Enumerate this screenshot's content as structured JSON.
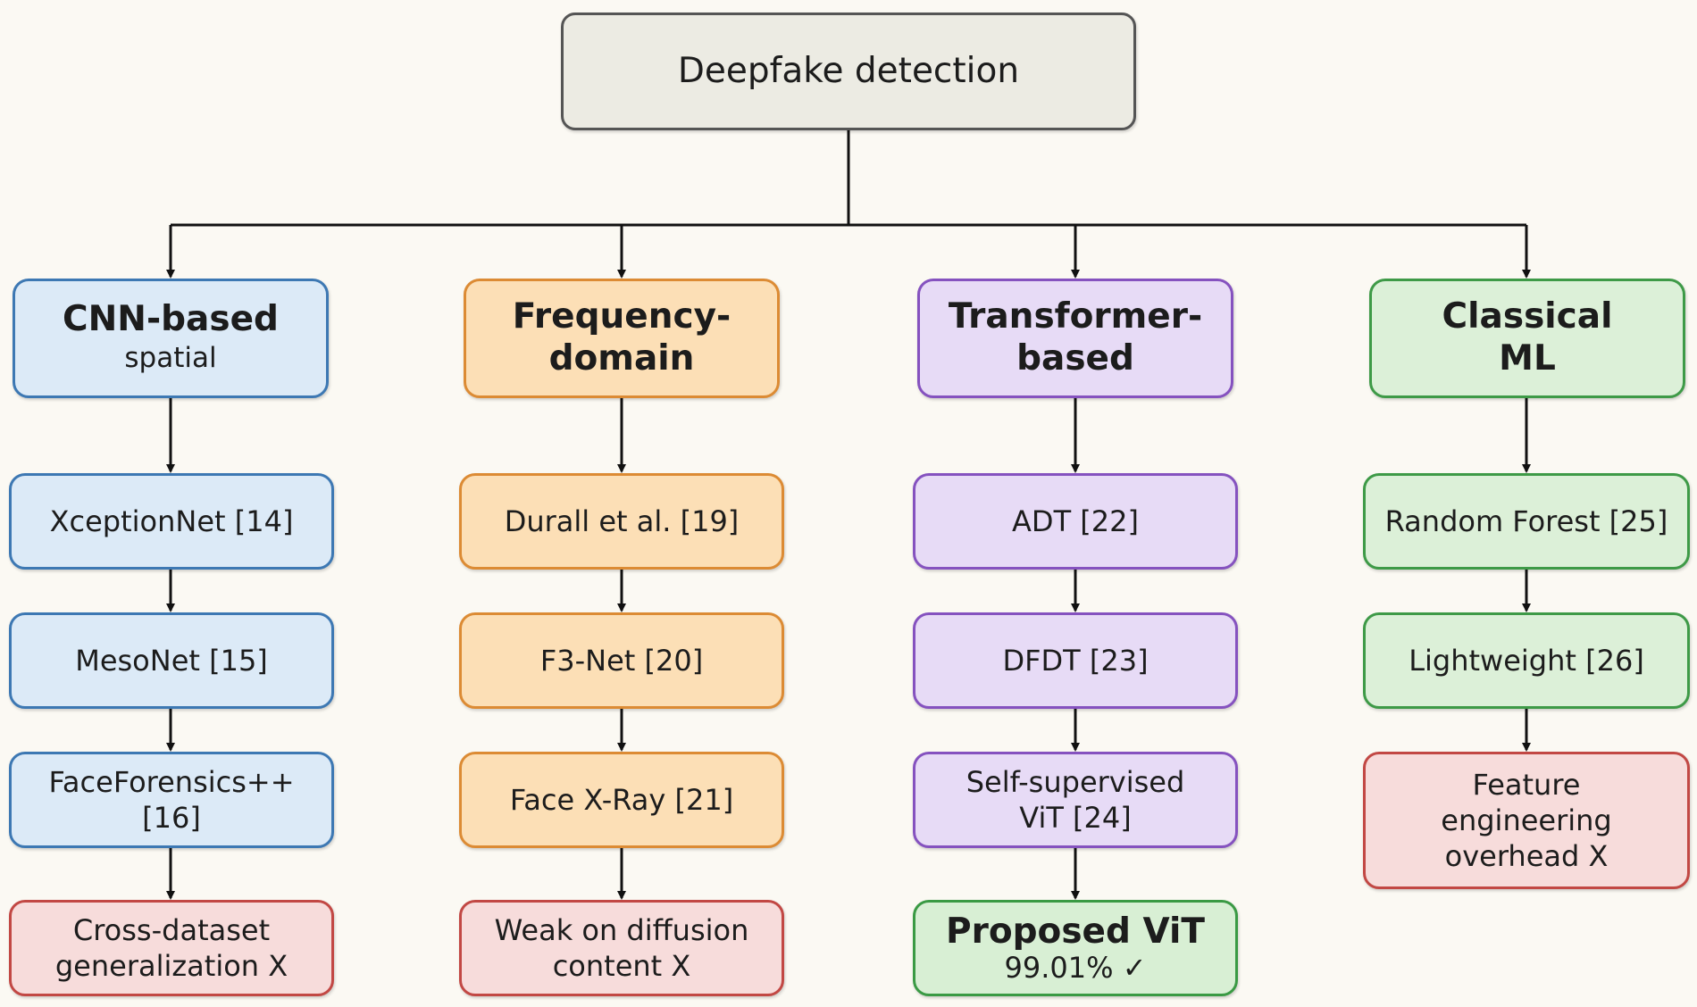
{
  "root": {
    "label": "Deepfake detection"
  },
  "columns": [
    {
      "category": {
        "title_lines": [
          "CNN-based"
        ],
        "subtitle": "spatial"
      },
      "items": [
        {
          "lines": [
            "XceptionNet [14]"
          ]
        },
        {
          "lines": [
            "MesoNet [15]"
          ]
        },
        {
          "lines": [
            "FaceForensics++",
            "[16]"
          ]
        }
      ],
      "outcome": {
        "lines": [
          "Cross-dataset",
          "generalization X"
        ]
      }
    },
    {
      "category": {
        "title_lines": [
          "Frequency-",
          "domain"
        ]
      },
      "items": [
        {
          "lines": [
            "Durall et al. [19]"
          ]
        },
        {
          "lines": [
            "F3-Net [20]"
          ]
        },
        {
          "lines": [
            "Face X-Ray [21]"
          ]
        }
      ],
      "outcome": {
        "lines": [
          "Weak on diffusion",
          "content X"
        ]
      }
    },
    {
      "category": {
        "title_lines": [
          "Transformer-",
          "based"
        ]
      },
      "items": [
        {
          "lines": [
            "ADT [22]"
          ]
        },
        {
          "lines": [
            "DFDT [23]"
          ]
        },
        {
          "lines": [
            "Self-supervised",
            "ViT [24]"
          ]
        }
      ],
      "outcome": {
        "lines": [
          "Proposed ViT",
          "99.01% ✓"
        ]
      }
    },
    {
      "category": {
        "title_lines": [
          "Classical",
          "ML"
        ]
      },
      "items": [
        {
          "lines": [
            "Random Forest [25]"
          ]
        },
        {
          "lines": [
            "Lightweight [26]"
          ]
        }
      ],
      "outcome": {
        "lines": [
          "Feature",
          "engineering",
          "overhead X"
        ]
      }
    }
  ],
  "colors": {
    "line": "#111111",
    "cnn": "#3d78b3",
    "frequency": "#dc8b34",
    "transformer": "#8552bf",
    "classical": "#3e9a47",
    "limitation": "#c24844",
    "proposed": "#3a9a44"
  }
}
